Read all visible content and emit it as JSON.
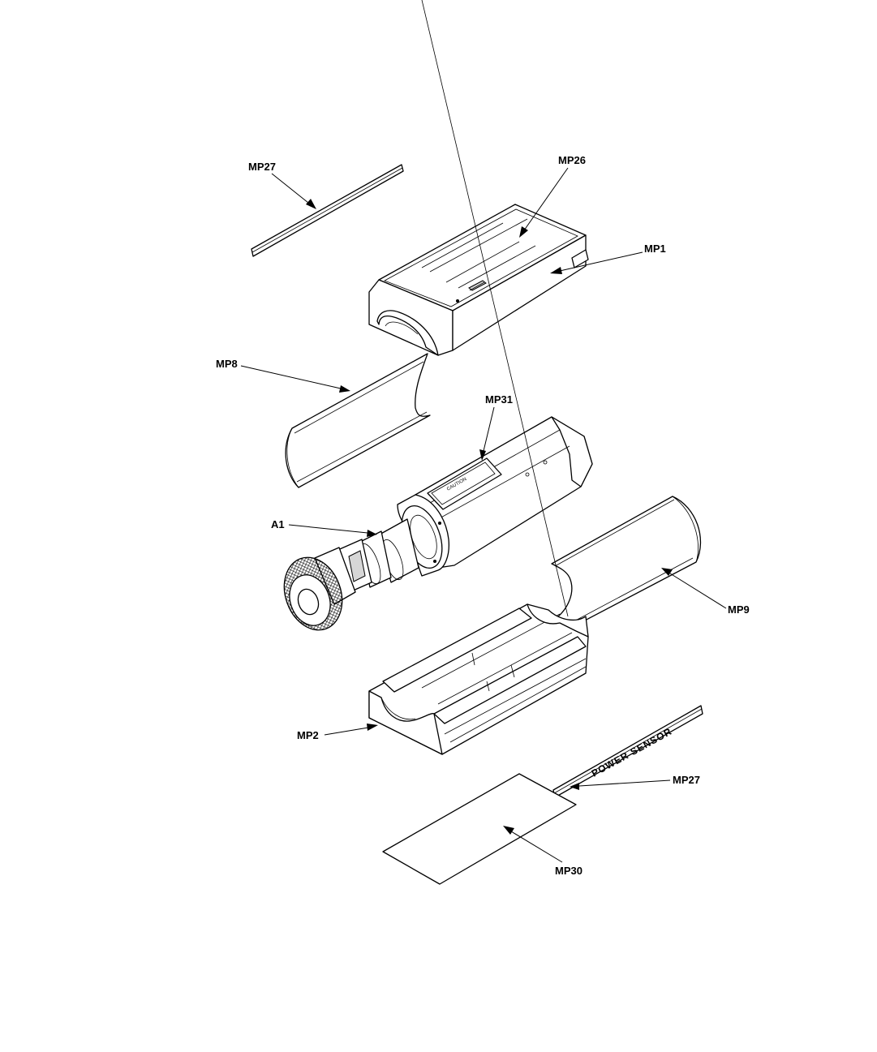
{
  "callouts": {
    "mp27_top": "MP27",
    "mp26": "MP26",
    "mp1": "MP1",
    "mp8": "MP8",
    "mp31": "MP31",
    "a1": "A1",
    "mp9": "MP9",
    "mp2": "MP2",
    "mp27_bottom": "MP27",
    "mp30": "MP30"
  },
  "labels": {
    "power_sensor_stripe": "POWER SENSOR",
    "caution_label": "CAUTION"
  }
}
